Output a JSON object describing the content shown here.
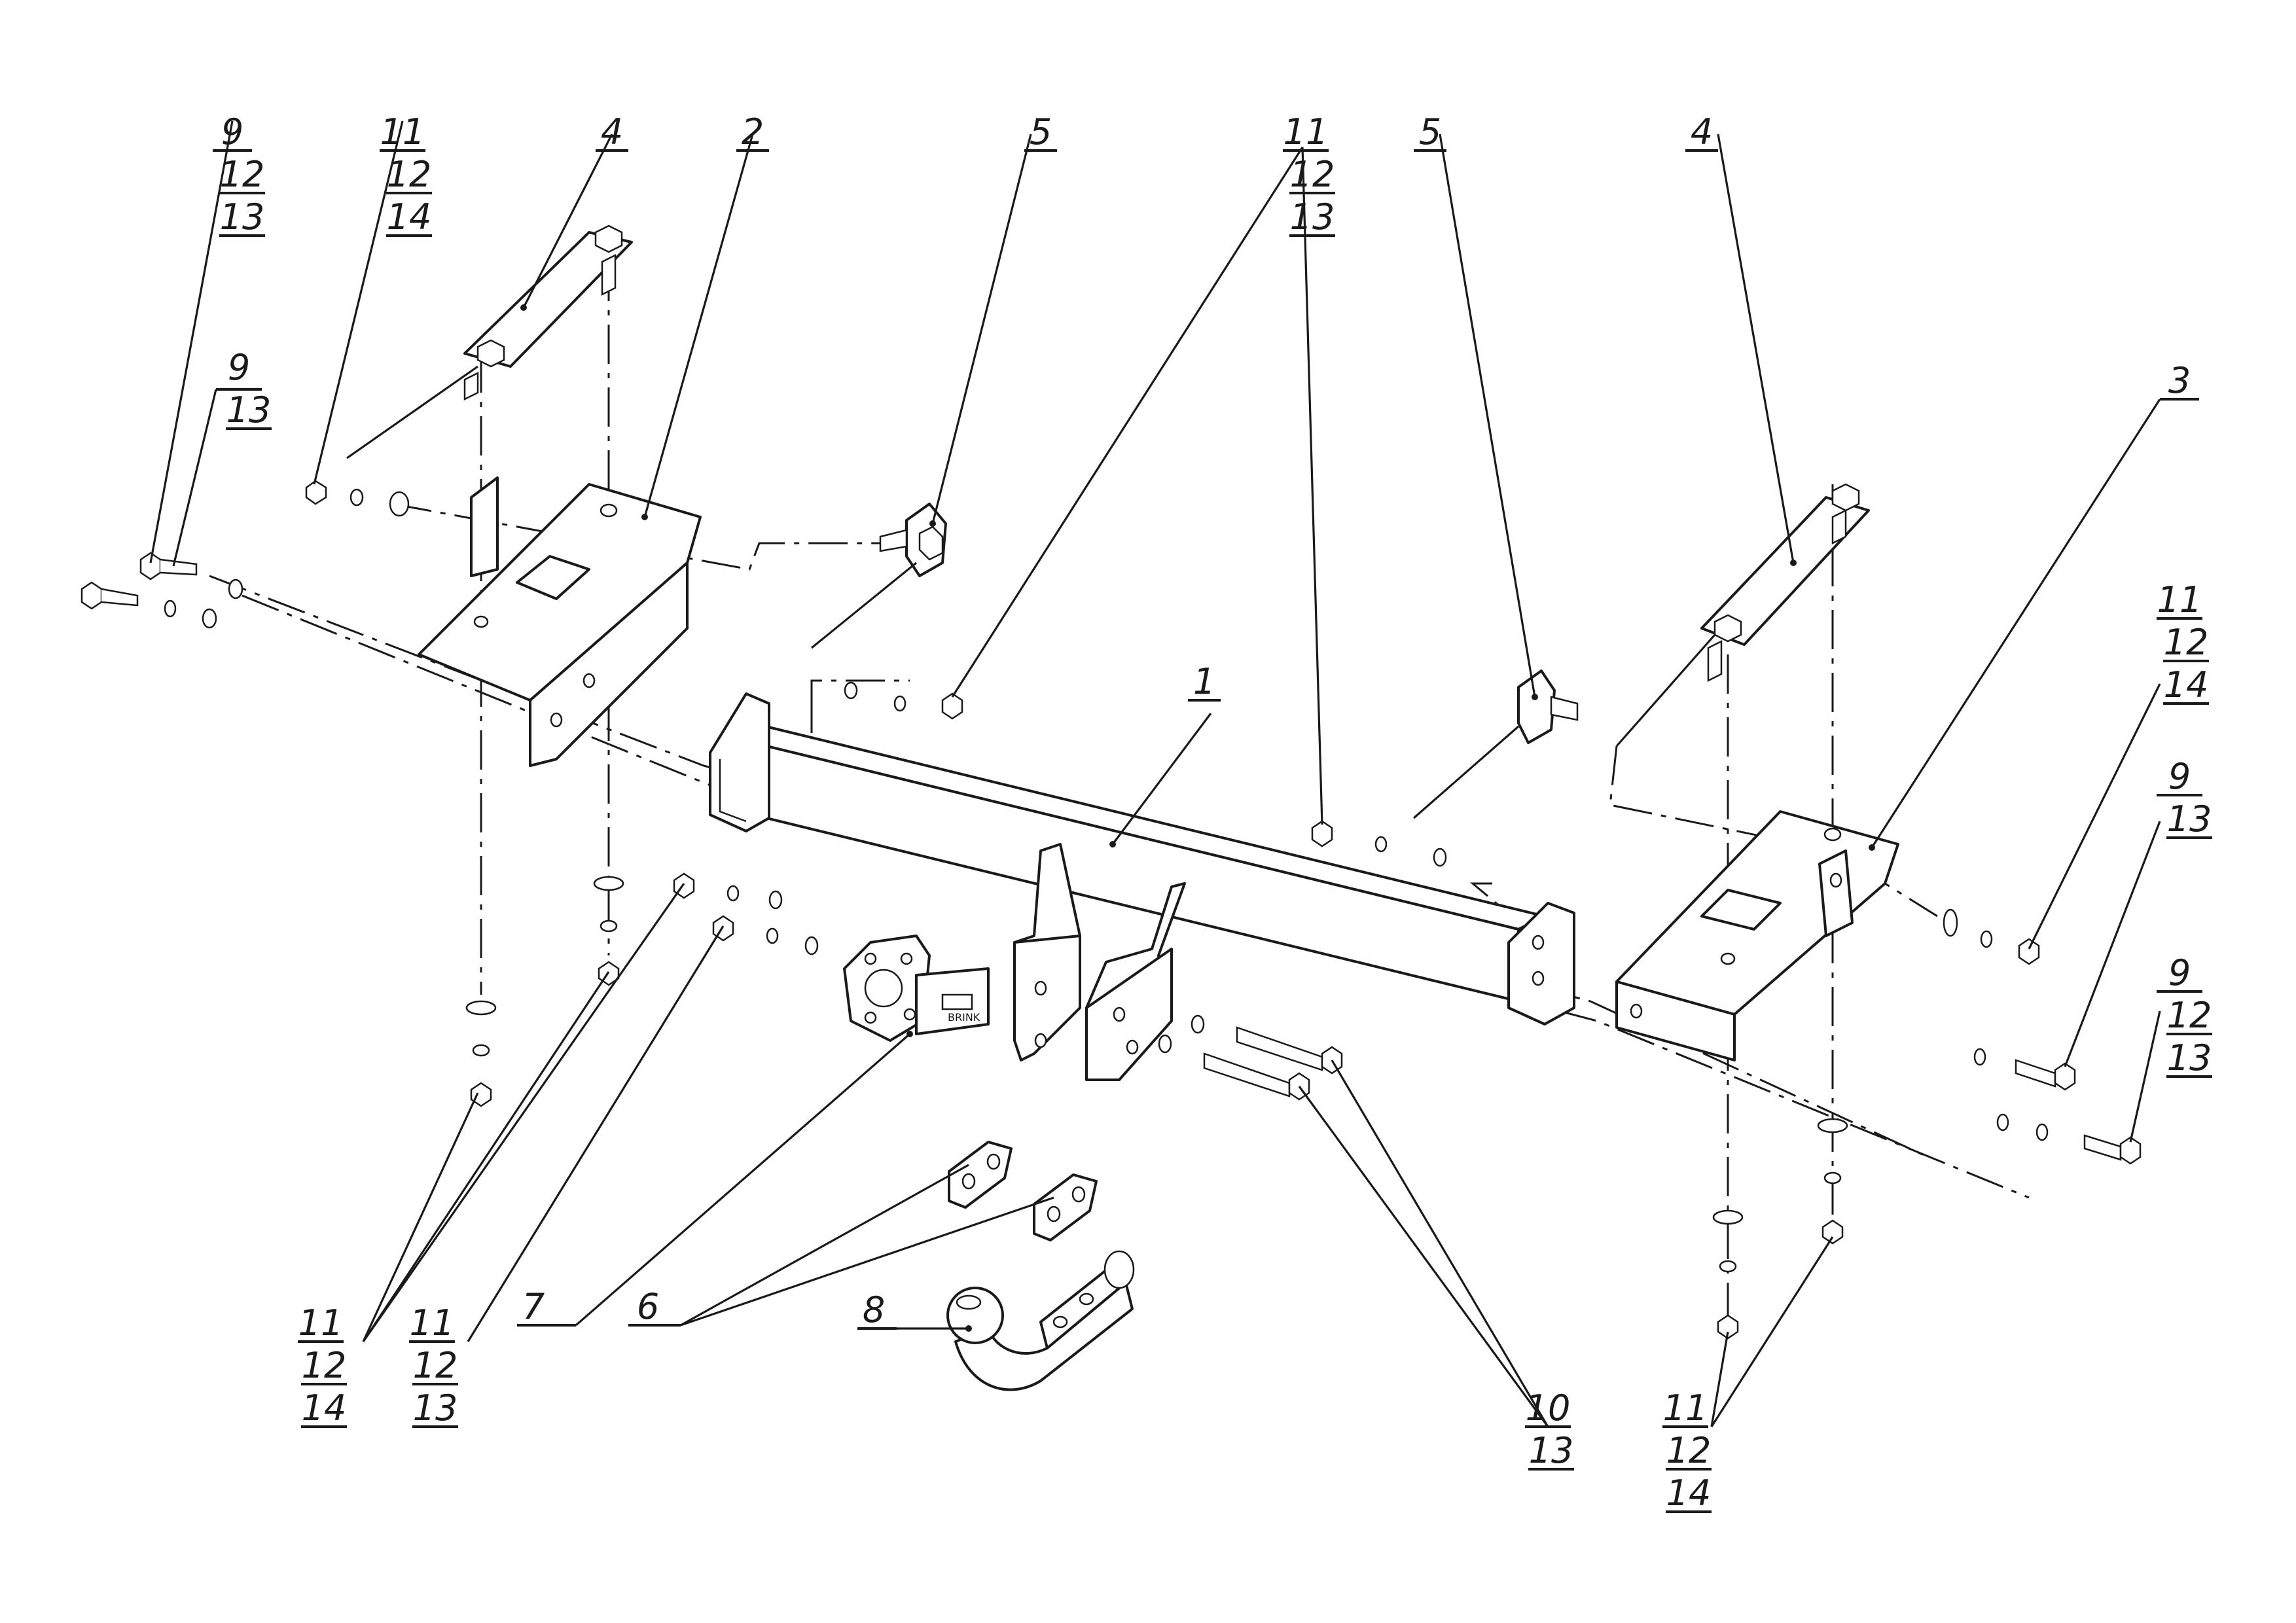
{
  "labels": {
    "l9_12_13_a": [
      "9",
      "12",
      "13"
    ],
    "l11_12_14_a": [
      "11",
      "12",
      "14"
    ],
    "l4_a": [
      "4"
    ],
    "l2": [
      "2"
    ],
    "l5_a": [
      "5"
    ],
    "l11_12_13_top": [
      "11",
      "12",
      "13"
    ],
    "l5_b": [
      "5"
    ],
    "l4_b": [
      "4"
    ],
    "l9_13_a": [
      "9",
      "13"
    ],
    "l3": [
      "3"
    ],
    "l11_12_14_b": [
      "11",
      "12",
      "14"
    ],
    "l9_13_b": [
      "9",
      "13"
    ],
    "l1": [
      "1"
    ],
    "l9_12_13_b": [
      "9",
      "12",
      "13"
    ],
    "l11_12_14_c": [
      "11",
      "12",
      "14"
    ],
    "l11_12_13_c": [
      "11",
      "12",
      "13"
    ],
    "l7": [
      "7"
    ],
    "l6": [
      "6"
    ],
    "l8": [
      "8"
    ],
    "l10_13": [
      "10",
      "13"
    ],
    "l11_12_14_d": [
      "11",
      "12",
      "14"
    ]
  },
  "brand_plate": "BRINK"
}
